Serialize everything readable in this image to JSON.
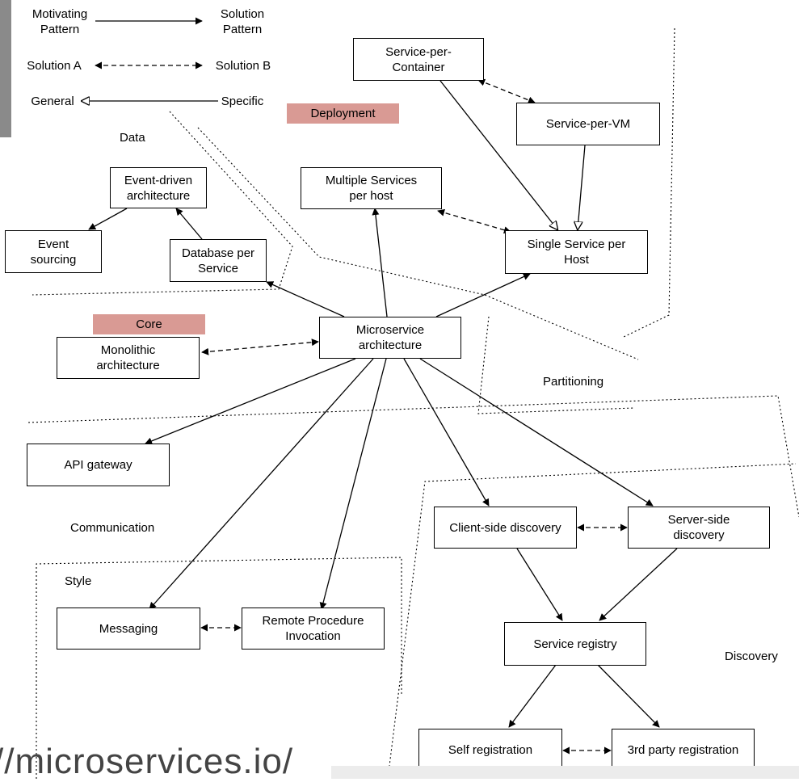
{
  "legend": {
    "motivating": "Motivating\nPattern",
    "solution": "Solution\nPattern",
    "solution_a": "Solution A",
    "solution_b": "Solution B",
    "general": "General",
    "specific": "Specific"
  },
  "regions": {
    "data": "Data",
    "deployment": "Deployment",
    "core": "Core",
    "partitioning": "Partitioning",
    "communication": "Communication",
    "style": "Style",
    "discovery": "Discovery"
  },
  "boxes": {
    "service_per_container": "Service-per-\nContainer",
    "service_per_vm": "Service-per-VM",
    "multiple_services": "Multiple Services\nper host",
    "single_service": "Single Service per\nHost",
    "event_driven": "Event-driven\narchitecture",
    "event_sourcing": "Event\nsourcing",
    "database_per_service": "Database per\nService",
    "microservice": "Microservice\narchitecture",
    "monolithic": "Monolithic\narchitecture",
    "api_gateway": "API gateway",
    "client_side_discovery": "Client-side discovery",
    "server_side_discovery": "Server-side\ndiscovery",
    "messaging": "Messaging",
    "rpi": "Remote Procedure\nInvocation",
    "service_registry": "Service registry",
    "self_registration": "Self registration",
    "third_party_registration": "3rd party registration"
  },
  "url": "//microservices.io/",
  "colors": {
    "tag_fill": "#d99a94",
    "line": "#000000"
  }
}
